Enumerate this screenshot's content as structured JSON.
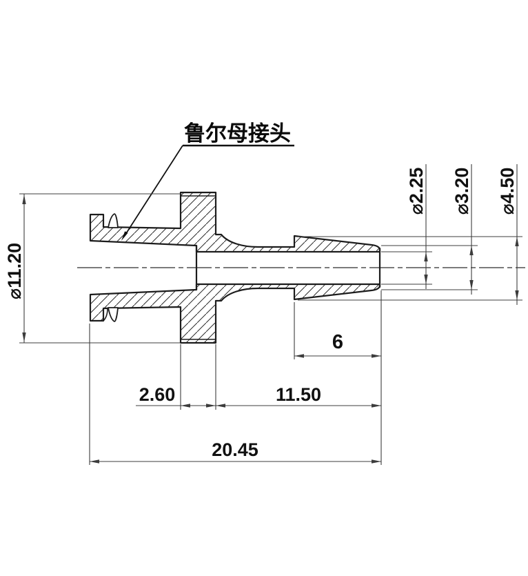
{
  "drawing": {
    "callout": {
      "label": "鲁尔母接头"
    },
    "dimensions": {
      "bore_diameter": "⌀2.25",
      "tip_outer_diameter": "⌀3.20",
      "barb_max_diameter": "⌀4.50",
      "flange_diameter": "⌀11.20",
      "barb_length": "6",
      "collar_thickness": "2.60",
      "body_length": "11.50",
      "overall_length": "20.45"
    },
    "colors": {
      "background": "#ffffff",
      "outline": "#1c1c1c",
      "dimension_lines": "#3c3c3c",
      "text": "#111111"
    }
  }
}
